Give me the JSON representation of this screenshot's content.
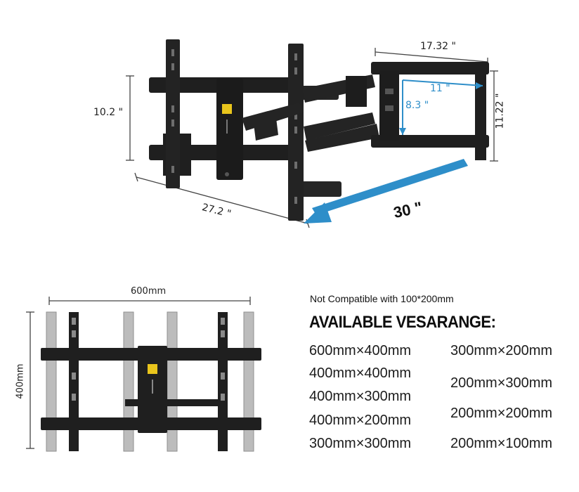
{
  "top_figure": {
    "dim_depth": "10.2 \"",
    "dim_width": "27.2 \"",
    "dim_plate_width": "17.32 \"",
    "dim_plate_height": "11.22 \"",
    "dim_inner_width": "11 \"",
    "dim_inner_height": "8.3 \"",
    "dim_extension": "30 \""
  },
  "bottom_figure": {
    "width_label": "600mm",
    "height_label": "400mm"
  },
  "notice": "Not Compatible  with 100*200mm",
  "heading": "AVAILABLE VESARANGE:",
  "vesa_left": [
    "600mm×400mm",
    "400mm×400mm",
    "400mm×300mm",
    "400mm×200mm",
    "300mm×300mm"
  ],
  "vesa_right": [
    "300mm×200mm",
    "200mm×300mm",
    "200mm×200mm",
    "200mm×100mm"
  ],
  "colors": {
    "accent_blue": "#2e8ec9",
    "mount_black": "#1f1f1f",
    "plate_gray": "#b9b9b9"
  }
}
